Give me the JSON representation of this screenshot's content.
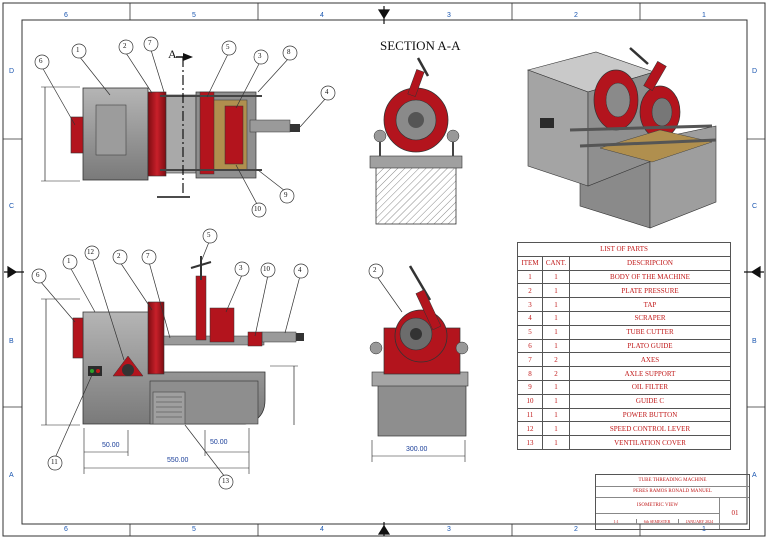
{
  "drawing": {
    "section_title": "SECTION A-A",
    "section_marker": "A",
    "zone_columns_top": [
      "6",
      "5",
      "4",
      "3",
      "2",
      "1"
    ],
    "zone_columns_bottom": [
      "6",
      "5",
      "4",
      "3",
      "2",
      "1"
    ],
    "zone_rows_left": [
      "D",
      "C",
      "B",
      "A"
    ],
    "zone_rows_right": [
      "D",
      "C",
      "B",
      "A"
    ],
    "balloons": {
      "top_view": [
        "6",
        "1",
        "2",
        "7",
        "5",
        "3",
        "8",
        "4",
        "9",
        "10"
      ],
      "front_view": [
        "5",
        "6",
        "1",
        "12",
        "2",
        "7",
        "3",
        "10",
        "4",
        "11",
        "13"
      ],
      "end_view": [
        "2"
      ]
    },
    "dimensions": {
      "left_offset": "50.00",
      "right_offset": "50.00",
      "overall_length": "550.00",
      "end_width": "300.00"
    }
  },
  "parts_list": {
    "title": "LIST OF PARTS",
    "headers": [
      "ITEM",
      "CANT.",
      "DESCRIPCION"
    ],
    "rows": [
      {
        "item": "1",
        "qty": "1",
        "desc": "BODY OF THE MACHINE"
      },
      {
        "item": "2",
        "qty": "1",
        "desc": "PLATE PRESSURE"
      },
      {
        "item": "3",
        "qty": "1",
        "desc": "TAP"
      },
      {
        "item": "4",
        "qty": "1",
        "desc": "SCRAPER"
      },
      {
        "item": "5",
        "qty": "1",
        "desc": "TUBE CUTTER"
      },
      {
        "item": "6",
        "qty": "1",
        "desc": "PLATO GUIDE"
      },
      {
        "item": "7",
        "qty": "2",
        "desc": "AXES"
      },
      {
        "item": "8",
        "qty": "2",
        "desc": "AXLE SUPPORT"
      },
      {
        "item": "9",
        "qty": "1",
        "desc": "OIL FILTER"
      },
      {
        "item": "10",
        "qty": "1",
        "desc": "GUIDE C"
      },
      {
        "item": "11",
        "qty": "1",
        "desc": "POWER BUTTON"
      },
      {
        "item": "12",
        "qty": "1",
        "desc": "SPEED CONTROL LEVER"
      },
      {
        "item": "13",
        "qty": "1",
        "desc": "VENTILATION COVER"
      }
    ]
  },
  "title_block": {
    "project": "TUBE THREADING MACHINE",
    "author": "PERES RAMOS RONALD MANUEL",
    "view": "ISOMETRIC VIEW",
    "scale": "1:1",
    "semester": "6th SEMESTER",
    "date": "JANUARY 2024",
    "sheet": "01"
  },
  "colors": {
    "machine_red": "#b3141d",
    "machine_grey": "#8c8c8c",
    "line_dark": "#222222",
    "annotation_blue": "#1a3e99",
    "table_text": "#c01818"
  }
}
